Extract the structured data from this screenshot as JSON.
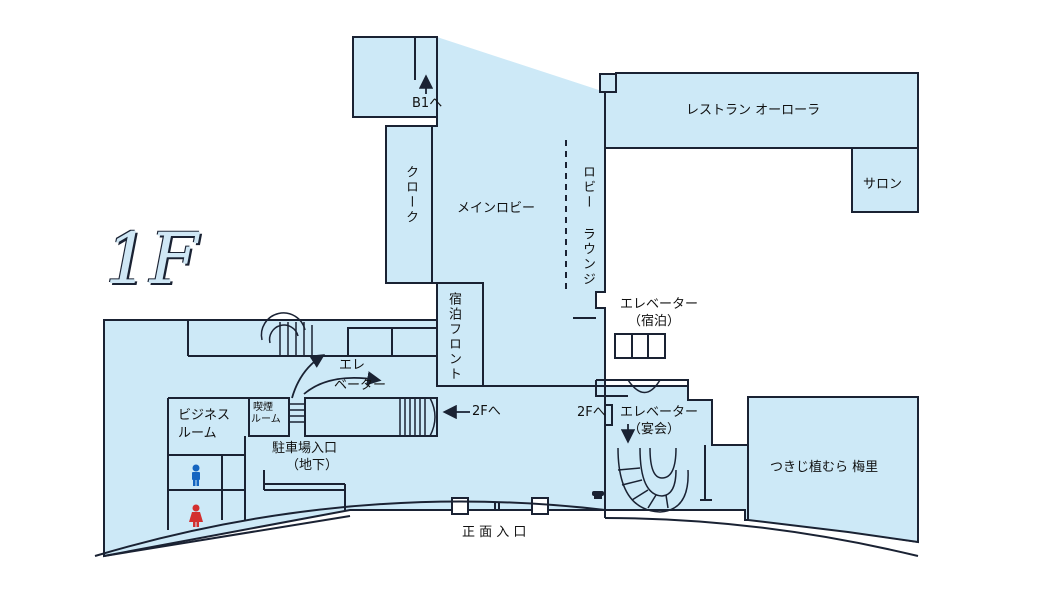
{
  "floor_label": "1F",
  "colors": {
    "room_fill": "#cde9f7",
    "wall": "#1a2233",
    "male_icon": "#1565c0",
    "female_icon": "#d32f2f"
  },
  "rooms": {
    "restaurant": "レストラン オーローラ",
    "salon": "サロン",
    "cloak": "クローク",
    "main_lobby": "メインロビー",
    "lobby_lounge": "ロビー ラウンジ",
    "hotel_front": "宿泊フロント",
    "elevator_hotel_line1": "エレベーター",
    "elevator_hotel_line2": "（宿泊）",
    "elevator_banquet_line1": "エレベーター",
    "elevator_banquet_line2": "（宴会）",
    "elevator_left_line1": "エレ",
    "elevator_left_line2": "ベーター",
    "smoking_line1": "喫煙",
    "smoking_line2": "ルーム",
    "business_line1": "ビジネス",
    "business_line2": "ルーム",
    "parking_line1": "駐車場入口",
    "parking_line2": "（地下）",
    "tsukiji": "つきじ植むら 梅里"
  },
  "directions": {
    "to_b1": "B1へ",
    "to_2f_left": "2Fへ",
    "to_2f_right": "2Fへ"
  },
  "entrance": "正 面 入 口",
  "icons": [
    "male-restroom-icon",
    "female-restroom-icon",
    "telephone-icon",
    "up-arrow-icon",
    "left-arrow-icon",
    "down-arrow-icon"
  ]
}
